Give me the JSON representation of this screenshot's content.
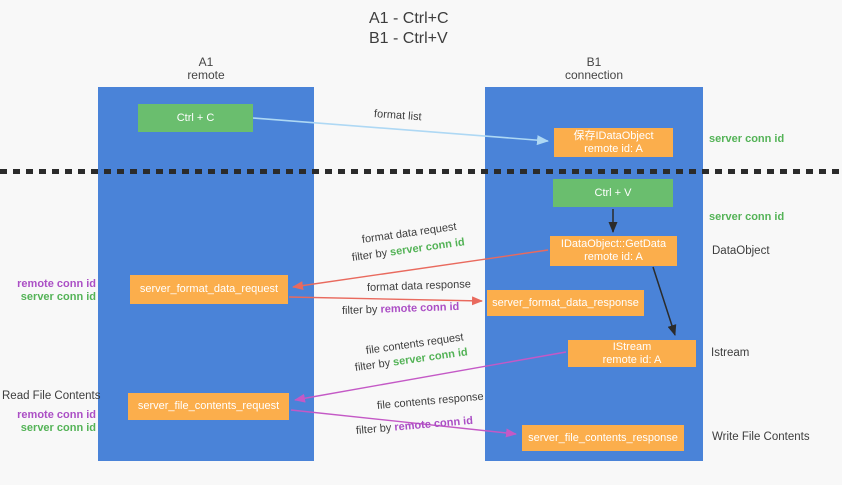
{
  "title": {
    "line1": "A1 - Ctrl+C",
    "line2": "B1 - Ctrl+V"
  },
  "columns": {
    "a1": {
      "name": "A1",
      "subtitle": "remote"
    },
    "b1": {
      "name": "B1",
      "subtitle": "connection"
    }
  },
  "boxes": {
    "ctrl_c": {
      "label": "Ctrl + C"
    },
    "save_dataobject": {
      "line1": "保存IDataObject",
      "line2": "remote id: A"
    },
    "ctrl_v": {
      "label": "Ctrl + V"
    },
    "getdata": {
      "line1": "IDataObject::GetData",
      "line2": "remote id: A"
    },
    "format_request": {
      "label": "server_format_data_request"
    },
    "format_response": {
      "label": "server_format_data_response"
    },
    "istream": {
      "line1": "IStream",
      "line2": "remote id: A"
    },
    "file_request": {
      "label": "server_file_contents_request"
    },
    "file_response": {
      "label": "server_file_contents_response"
    }
  },
  "arrows": {
    "format_list": {
      "label": "format list"
    },
    "format_data_request": {
      "label": "format data request",
      "filter_prefix": "filter by ",
      "filter_key": "server conn id"
    },
    "format_data_response": {
      "label": "format data response",
      "filter_prefix": "filter by ",
      "filter_key": "remote conn id"
    },
    "file_contents_request": {
      "label": "file contents request",
      "filter_prefix": "filter by ",
      "filter_key": "server conn id"
    },
    "file_contents_response": {
      "label": "file contents response",
      "filter_prefix": "filter by ",
      "filter_key": "remote conn id"
    }
  },
  "side_labels": {
    "left_format_remote": "remote conn id",
    "left_format_server": "server conn id",
    "read_file_contents": "Read File Contents",
    "left_file_remote": "remote conn id",
    "left_file_server": "server conn id",
    "right_save_server": "server conn id",
    "right_ctrlv_server": "server conn id",
    "dataobject": "DataObject",
    "istream": "Istream",
    "write_file_contents": "Write File Contents"
  },
  "colors": {
    "background": "#f8f8f8",
    "lifeline_blue": "#4a83d8",
    "node_green": "#6abe6e",
    "node_orange": "#fbae4c",
    "arrow_light_blue": "#aed8f4",
    "arrow_red": "#e96a5e",
    "arrow_magenta": "#c459c6",
    "arrow_black": "#2b2b2b",
    "text_green": "#54b357",
    "text_purple": "#ab4fc5",
    "text_ink": "#3d3d3d"
  }
}
